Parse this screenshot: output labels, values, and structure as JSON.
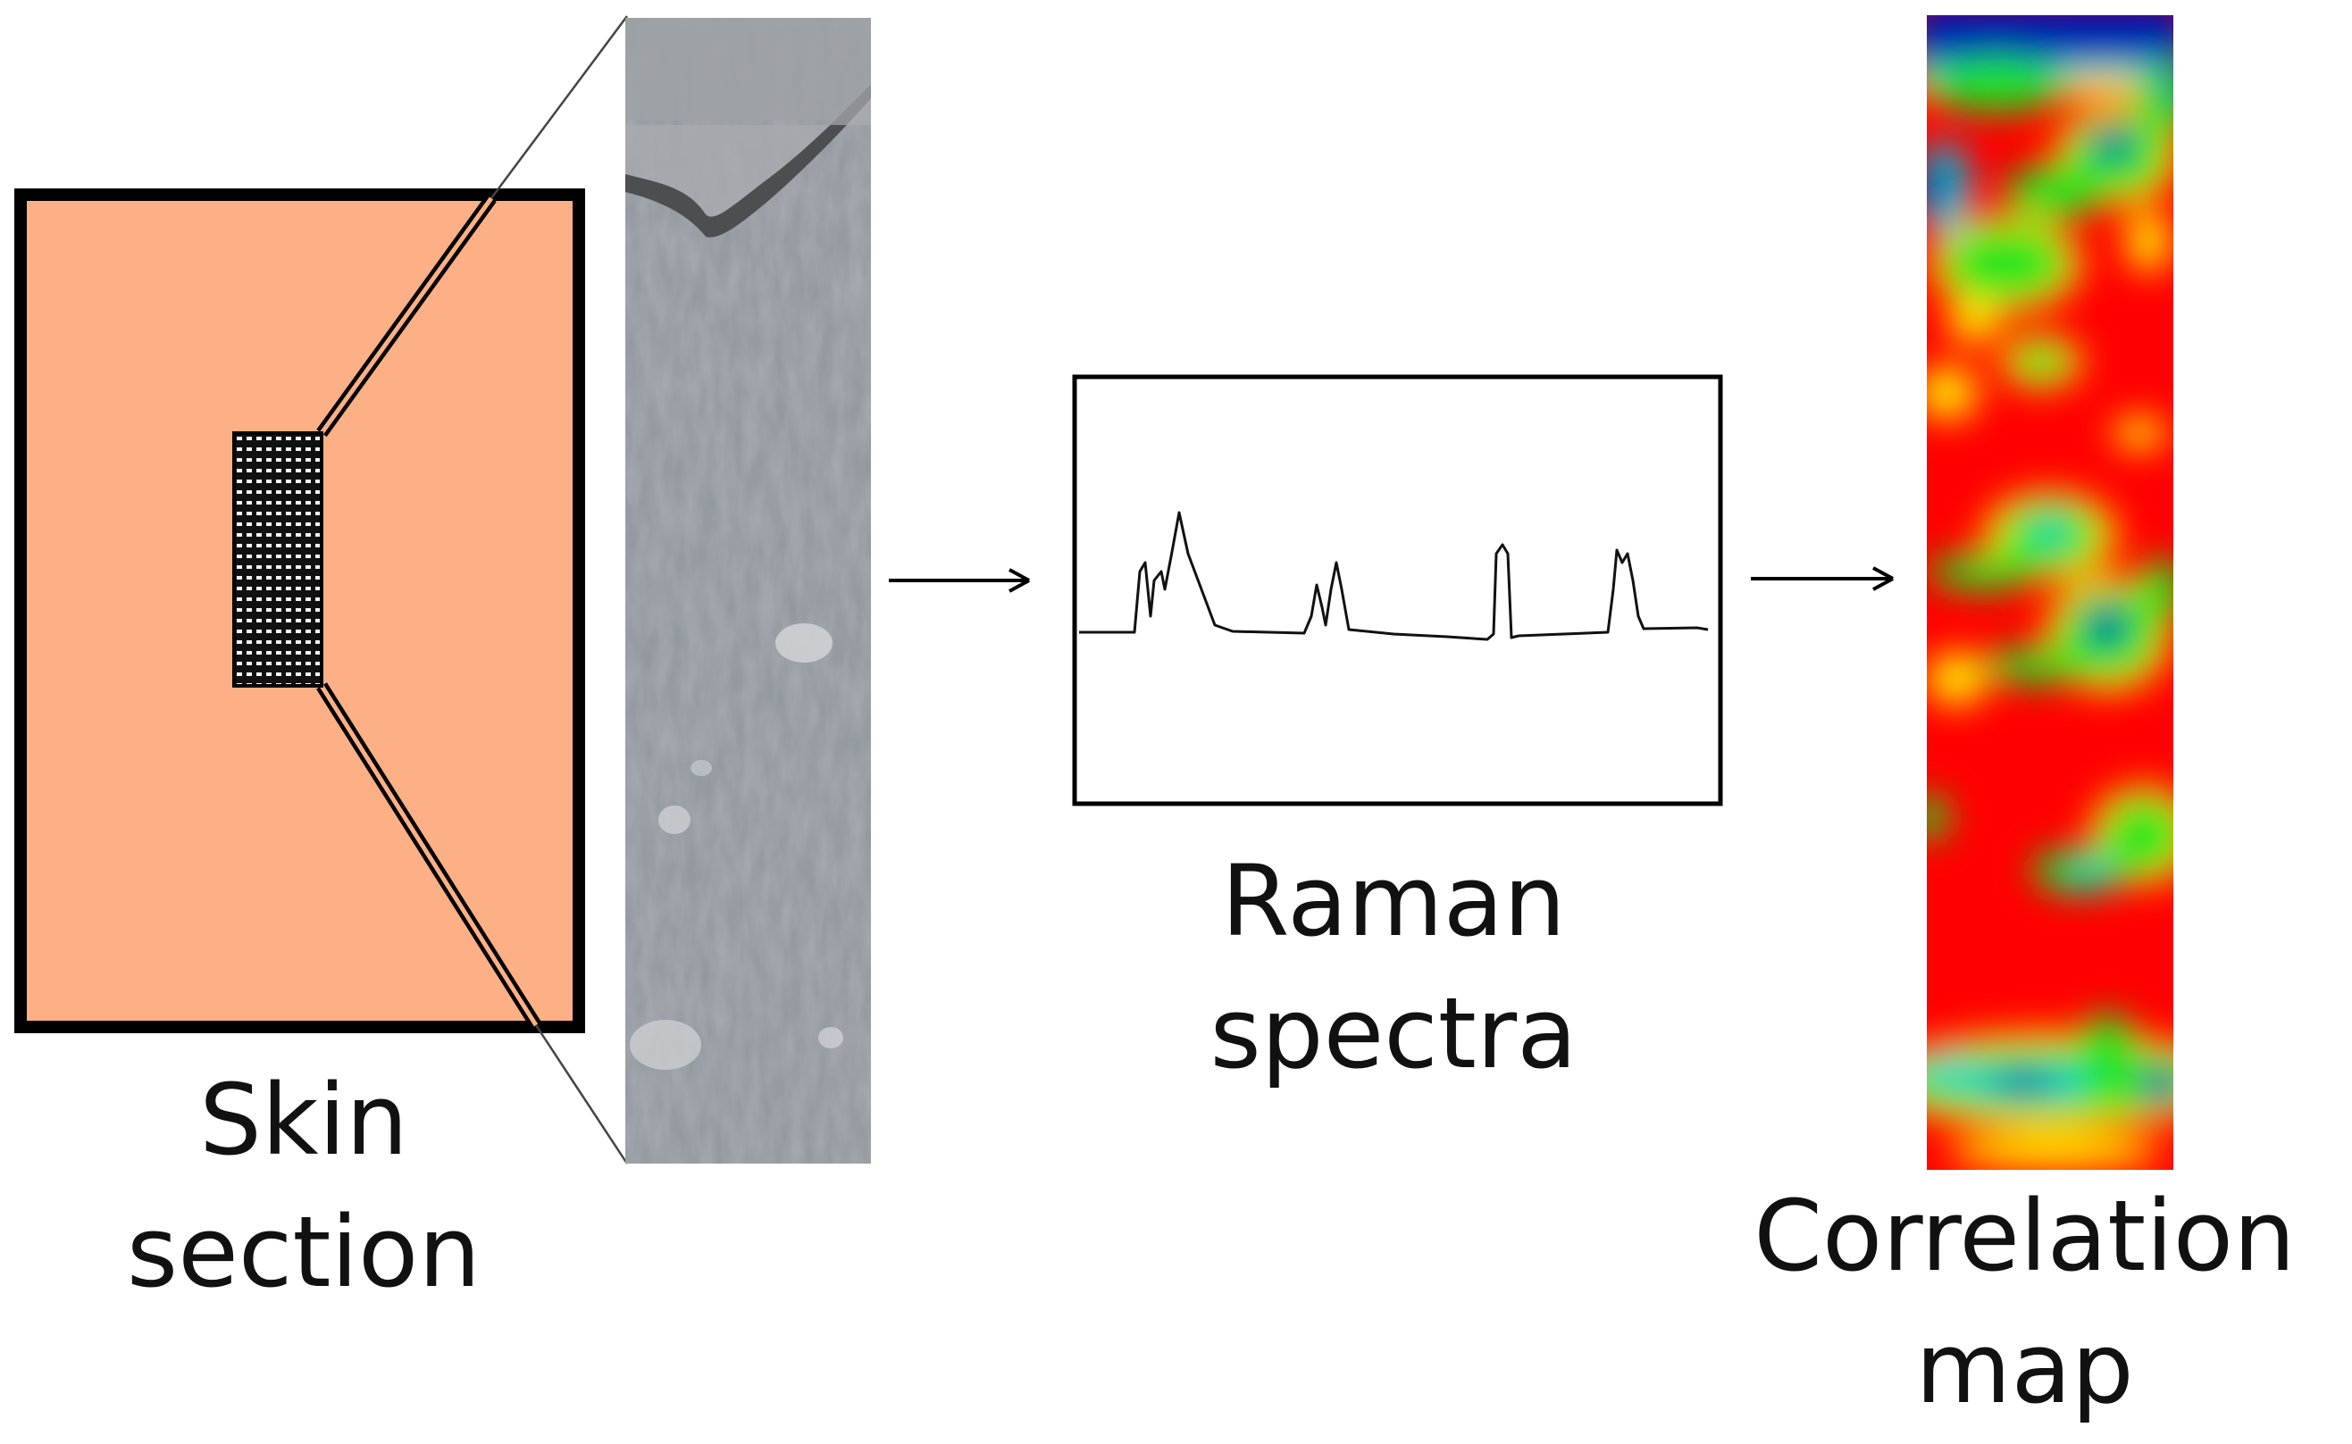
{
  "labels": {
    "skin_section": [
      "Skin",
      "section"
    ],
    "raman_spectra": [
      "Raman",
      "spectra"
    ],
    "correlation_map": [
      "Correlation",
      "map"
    ]
  },
  "colors": {
    "skin_fill": "#FDB085",
    "outline": "#000000",
    "tissue_gray": "#8E959B",
    "map_red": "#FF0000",
    "map_yellow": "#FFE800",
    "map_green": "#1DE51D",
    "map_cyan": "#00D0E0",
    "map_blue": "#0018B0"
  },
  "icons": [
    "arrow-right-icon",
    "arrow-right-icon"
  ]
}
